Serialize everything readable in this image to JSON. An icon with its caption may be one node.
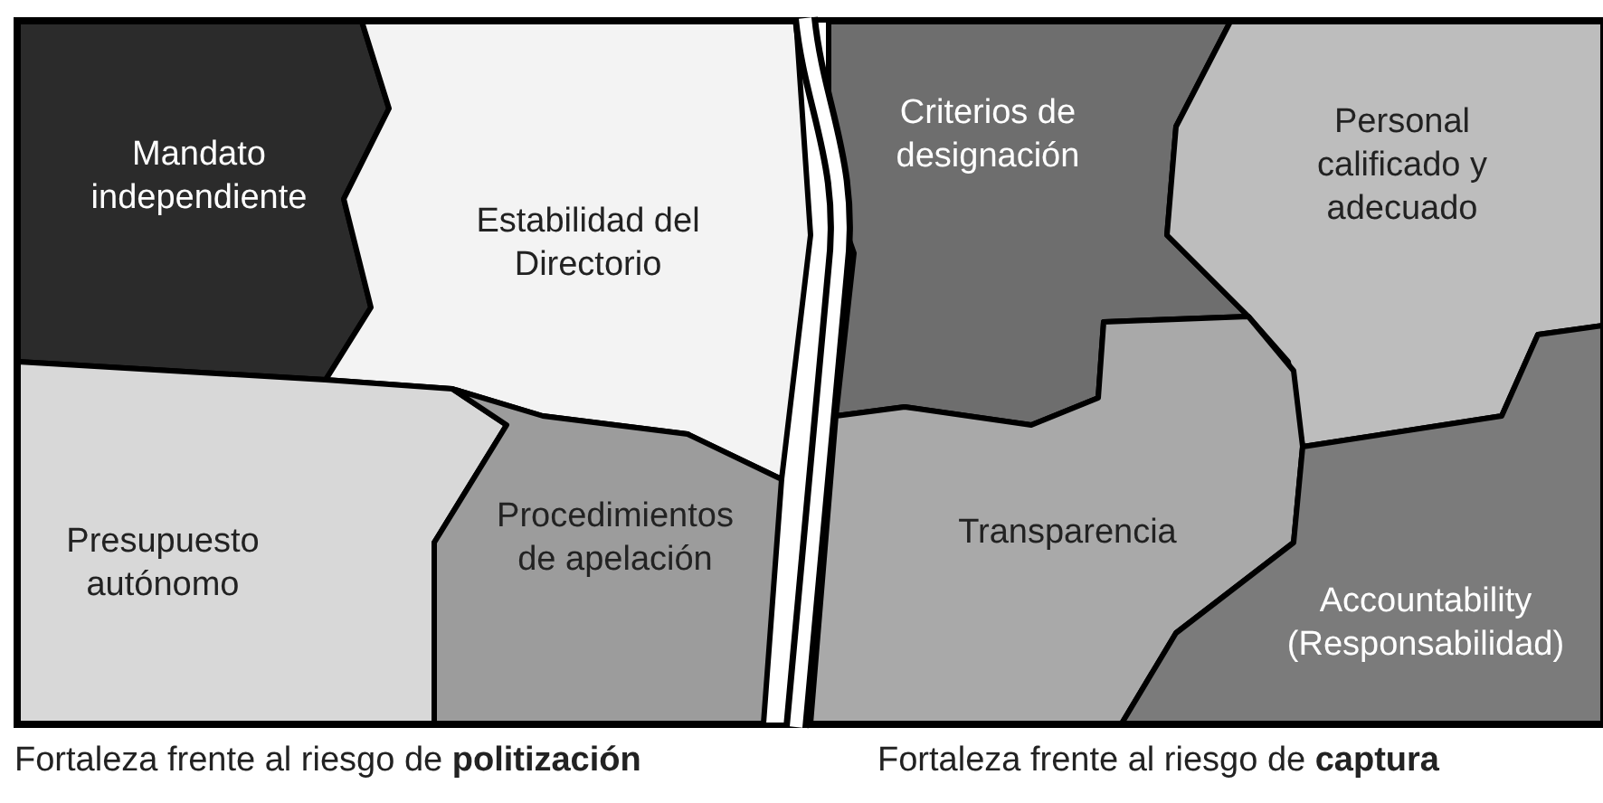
{
  "diagram": {
    "nodes": [
      {
        "text": [
          "Mandato independiente"
        ]
      },
      {
        "text": [
          "Estabilidad del Directorio"
        ]
      },
      {
        "text": [
          "Presupuesto autónomo"
        ]
      },
      {
        "text": [
          "Procedimientos de apelación"
        ]
      },
      {
        "text": [
          "Criterios de designación"
        ]
      },
      {
        "text": [
          "Personal calificado y adecuado"
        ]
      },
      {
        "text": [
          "Transparencia"
        ]
      },
      {
        "text": [
          "Accountability (Responsabilidad)"
        ]
      }
    ],
    "edges": [],
    "labels": [
      "Fortaleza frente al riesgo de **politización**",
      "Fortaleza frente al riesgo de **captura**"
    ]
  }
}
